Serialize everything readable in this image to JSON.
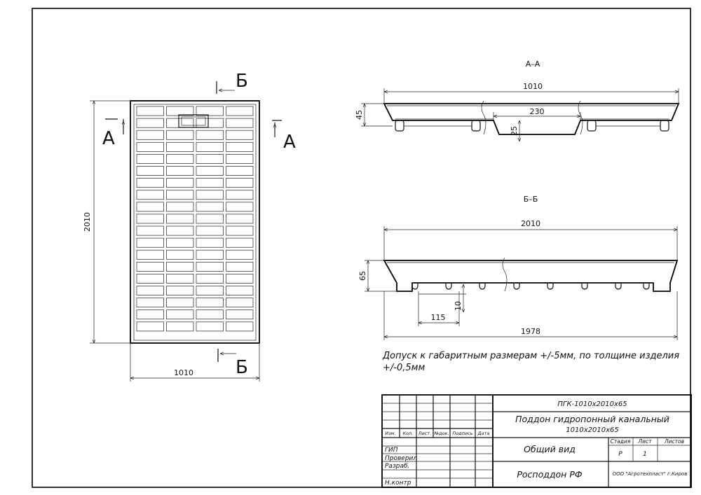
{
  "plan_view": {
    "section_A_left": "А",
    "section_A_right": "А",
    "section_B_top": "Б",
    "section_B_bottom": "Б",
    "dim_height": "2010",
    "dim_width": "1010"
  },
  "section_AA": {
    "title": "А–А",
    "dim_length": "1010",
    "dim_height": "45",
    "dim_channel_width": "230",
    "dim_channel_depth": "25"
  },
  "section_BB": {
    "title": "Б–Б",
    "dim_length": "2010",
    "dim_height": "65",
    "dim_leg_spacing": "115",
    "dim_leg_height": "10",
    "dim_inner_length": "1978"
  },
  "note": {
    "line1": "Допуск к габаритным размерам +/-5мм, по толщине изделия",
    "line2": "+/-0,5мм"
  },
  "title_block": {
    "designation": "ПГК-1010х2010х65",
    "product_name": "Поддон гидропонный канальный",
    "product_size": "1010х2010х65",
    "view_name": "Общий вид",
    "company_product": "Росподдон РФ",
    "manufacturer": "ООО \"Агротехпласт\" г.Киров",
    "col_headers": [
      "Изм.",
      "Кол.",
      "Лист.",
      "№док.",
      "Подпись",
      "Дата"
    ],
    "roles": [
      "ГИП",
      "Проверил",
      "Разраб.",
      "",
      "Н.контр"
    ],
    "stage_header": "Стадия",
    "sheet_header": "Лист",
    "sheets_header": "Листов",
    "stage_value": "Р",
    "sheet_value": "1",
    "sheets_value": ""
  }
}
